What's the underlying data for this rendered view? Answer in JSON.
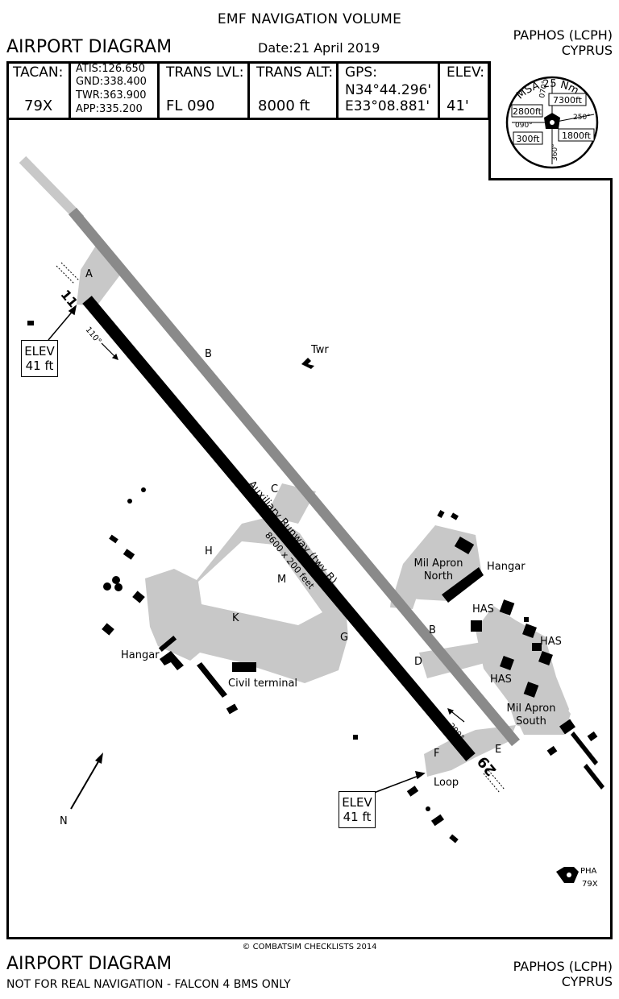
{
  "header": {
    "volume": "EMF NAVIGATION VOLUME",
    "title": "AIRPORT DIAGRAM",
    "date": "Date:21 April 2019",
    "airport": "PAPHOS (LCPH)",
    "country": "CYPRUS"
  },
  "info": {
    "tacan_label": "TACAN:",
    "tacan_value": "79X",
    "atis": "ATIS:126.650",
    "gnd": "GND:338.400",
    "twr": "TWR:363.900",
    "app": "APP:335.200",
    "trans_lvl_label": "TRANS LVL:",
    "trans_lvl_value": "FL 090",
    "trans_alt_label": "TRANS ALT:",
    "trans_alt_value": "8000 ft",
    "gps_label": "GPS:",
    "gps_lat": "N34°44.296'",
    "gps_lon": "E33°08.881'",
    "elev_label": "ELEV:",
    "elev_value": "41'"
  },
  "msa": {
    "title": "MSA 25 Nm",
    "sectors": [
      "7300ft",
      "2800ft",
      "1800ft",
      "300ft"
    ],
    "bearings": [
      "070°",
      "090°",
      "250°",
      "360°"
    ]
  },
  "diagram": {
    "labels": {
      "taxi_a": "A",
      "taxi_b1": "B",
      "taxi_b2": "B",
      "taxi_c": "C",
      "taxi_d": "D",
      "taxi_e": "E",
      "taxi_f": "F",
      "taxi_g": "G",
      "taxi_h": "H",
      "taxi_k": "K",
      "taxi_m": "M",
      "twr": "Twr",
      "aux_runway": "Auxiliary Runway (twy B)",
      "runway_dims": "8600 x 200 feet",
      "rwy_11": "11",
      "rwy_29": "29",
      "hdg_110": "110°",
      "hdg_290": "290°",
      "mil_apron_north": "Mil Apron North",
      "hangar_ne": "Hangar",
      "has1": "HAS",
      "has2": "HAS",
      "has3": "HAS",
      "mil_apron_south": "Mil Apron South",
      "hangar_w": "Hangar",
      "civil_terminal": "Civil terminal",
      "loop": "Loop",
      "north": "N",
      "pha": "PHA",
      "pha_chan": "79X"
    },
    "elev_nw_line1": "ELEV",
    "elev_nw_line2": "41 ft",
    "elev_se_line1": "ELEV",
    "elev_se_line2": "41 ft"
  },
  "footer": {
    "copyright": "© COMBATSIM CHECKLISTS 2014",
    "title": "AIRPORT DIAGRAM",
    "disclaimer": "NOT FOR REAL NAVIGATION - FALCON 4 BMS ONLY",
    "airport": "PAPHOS (LCPH)",
    "country": "CYPRUS"
  }
}
